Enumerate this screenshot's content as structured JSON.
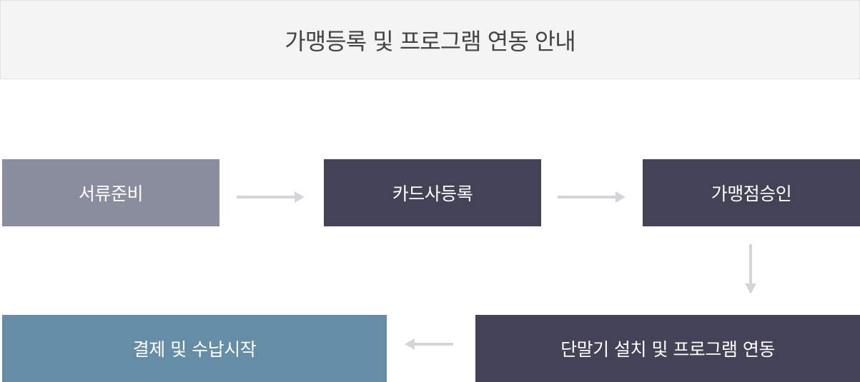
{
  "header": {
    "title": "가맹등록 및 프로그램 연동 안내"
  },
  "steps": [
    {
      "label": "서류준비",
      "color": "#8a8d9d"
    },
    {
      "label": "카드사등록",
      "color": "#434256"
    },
    {
      "label": "가맹점승인",
      "color": "#434256"
    },
    {
      "label": "단말기 설치 및 프로그램 연동",
      "color": "#434256"
    },
    {
      "label": "결제 및 수납시작",
      "color": "#658da5"
    }
  ],
  "arrow_color": "#d4d4d9"
}
